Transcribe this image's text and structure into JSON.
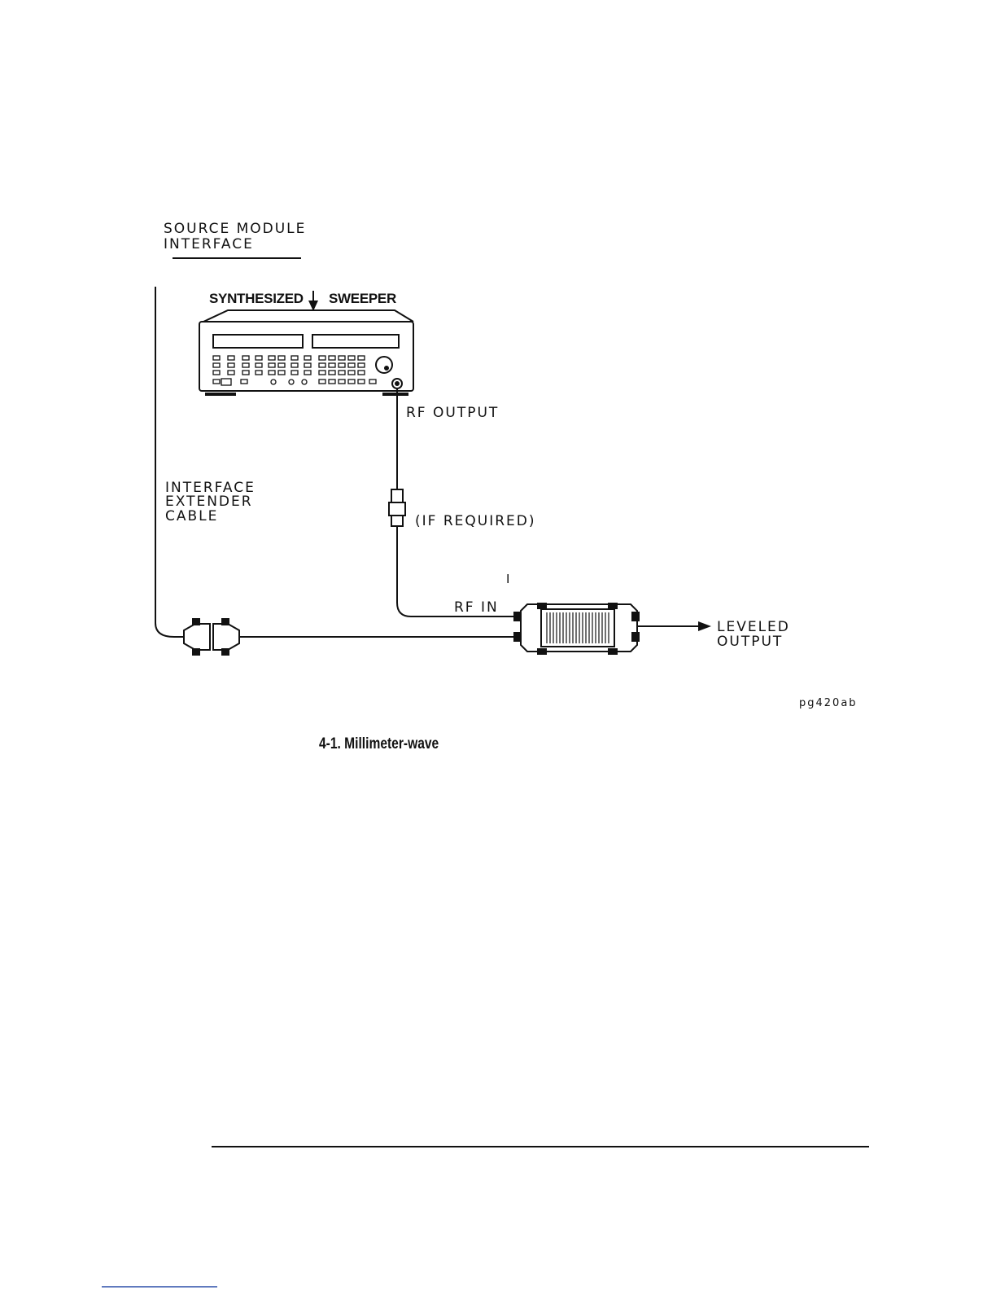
{
  "diagram": {
    "labels": {
      "source_module_line1": "SOURCE MODULE",
      "source_module_line2": "INTERFACE",
      "synthesized": "SYNTHESIZED",
      "sweeper": "SWEEPER",
      "rf_output": "RF OUTPUT",
      "interface_line1": "INTERFACE",
      "interface_line2": "EXTENDER",
      "interface_line3": "CABLE",
      "if_required": "(IF REQUIRED)",
      "stray_mark": "I",
      "rf_in": "RF IN",
      "leveled_line1": "LEVELED",
      "leveled_line2": "OUTPUT",
      "figure_id": "pg420ab"
    },
    "caption": "4-1. Millimeter-wave"
  }
}
